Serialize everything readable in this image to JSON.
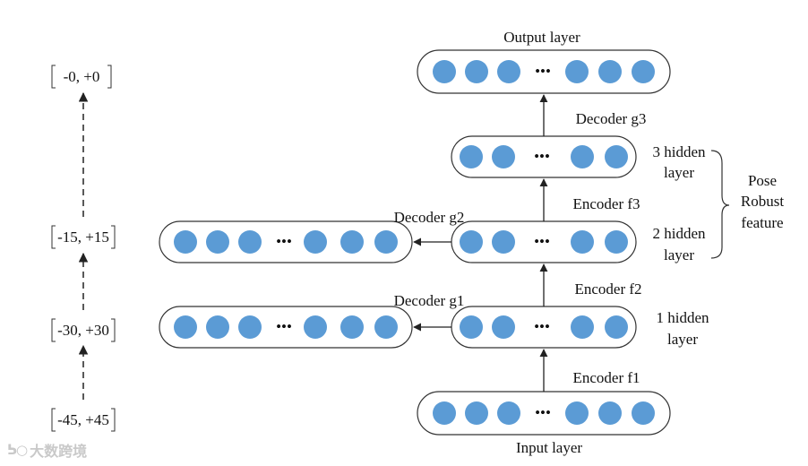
{
  "layers": {
    "output": "Output layer",
    "input": "Input layer",
    "hidden3_line1": "3 hidden",
    "hidden3_line2": "layer",
    "hidden2_line1": "2 hidden",
    "hidden2_line2": "layer",
    "hidden1_line1": "1 hidden",
    "hidden1_line2": "layer"
  },
  "edges": {
    "encoder_f1": "Encoder f1",
    "encoder_f2": "Encoder f2",
    "encoder_f3": "Encoder f3",
    "decoder_g1": "Decoder g1",
    "decoder_g2": "Decoder g2",
    "decoder_g3": "Decoder g3"
  },
  "feature_label": {
    "line1": "Pose",
    "line2": "Robust",
    "line3": "feature"
  },
  "ranges": {
    "r0": "-0, +0",
    "r15": "-15, +15",
    "r30": "-30, +30",
    "r45": "-45, +45"
  },
  "ellipsis": "•••",
  "watermark": "大数跨境",
  "colors": {
    "node": "#5b9bd5",
    "stroke": "#333333"
  }
}
